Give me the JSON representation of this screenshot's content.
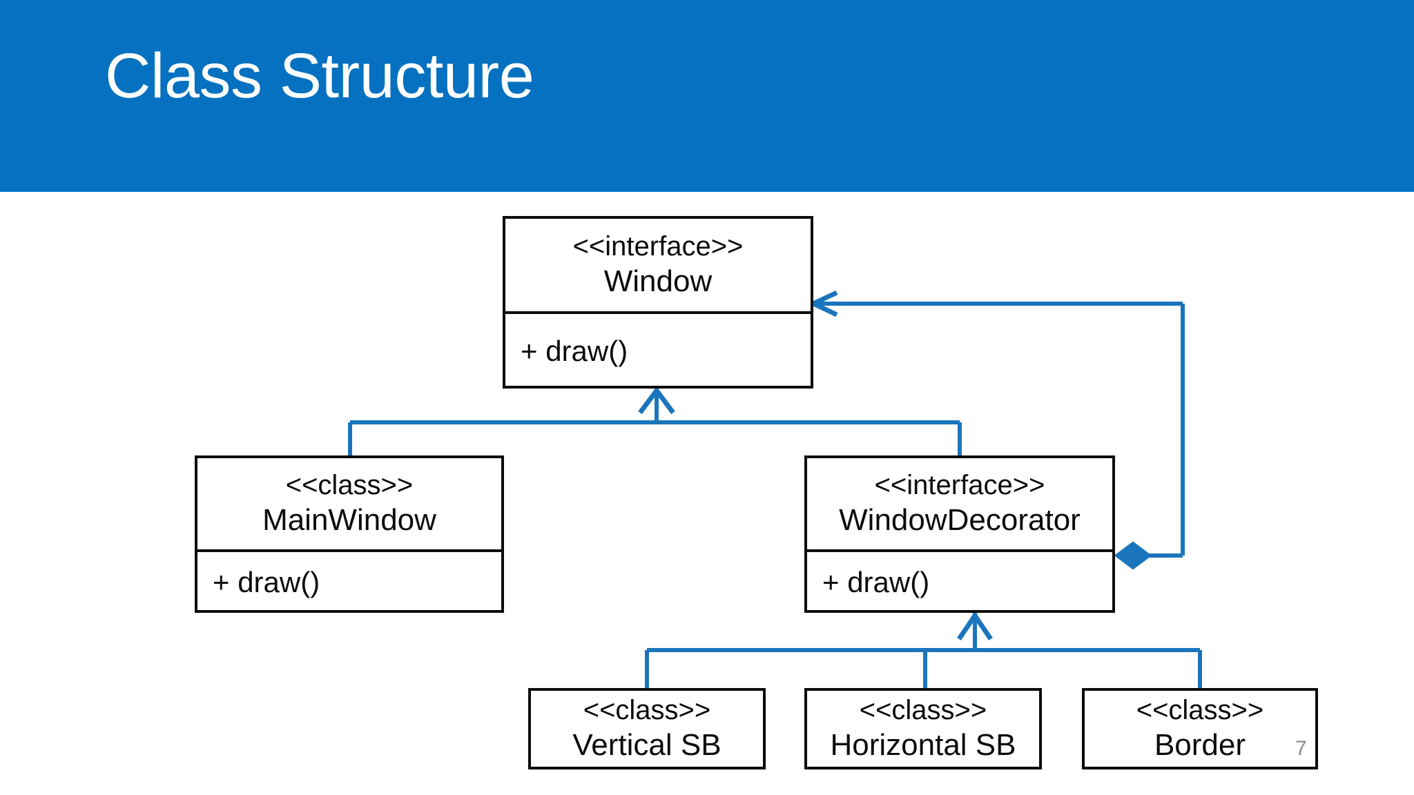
{
  "slide": {
    "title": "Class Structure",
    "number": "7",
    "header_color": "#0571C0",
    "connector_color": "#1B75BC",
    "box_border_color": "#0B0B0B",
    "slide_number_color": "#8A8A8A"
  },
  "diagram": {
    "type": "uml-class-diagram",
    "classes": [
      {
        "id": "window",
        "stereotype": "<<interface>>",
        "name": "Window",
        "operations": [
          "+ draw()"
        ]
      },
      {
        "id": "mainwindow",
        "stereotype": "<<class>>",
        "name": "MainWindow",
        "operations": [
          "+ draw()"
        ]
      },
      {
        "id": "decorator",
        "stereotype": "<<interface>>",
        "name": "WindowDecorator",
        "operations": [
          "+ draw()"
        ]
      },
      {
        "id": "vertical-sb",
        "stereotype": "<<class>>",
        "name": "Vertical SB",
        "operations": []
      },
      {
        "id": "horizontal-sb",
        "stereotype": "<<class>>",
        "name": "Horizontal SB",
        "operations": []
      },
      {
        "id": "border",
        "stereotype": "<<class>>",
        "name": "Border",
        "operations": []
      }
    ],
    "relationships": [
      {
        "kind": "generalization",
        "from": "mainwindow",
        "to": "window"
      },
      {
        "kind": "generalization",
        "from": "decorator",
        "to": "window"
      },
      {
        "kind": "generalization",
        "from": "vertical-sb",
        "to": "decorator"
      },
      {
        "kind": "generalization",
        "from": "horizontal-sb",
        "to": "decorator"
      },
      {
        "kind": "generalization",
        "from": "border",
        "to": "decorator"
      },
      {
        "kind": "aggregation",
        "from": "decorator",
        "to": "window"
      }
    ]
  }
}
